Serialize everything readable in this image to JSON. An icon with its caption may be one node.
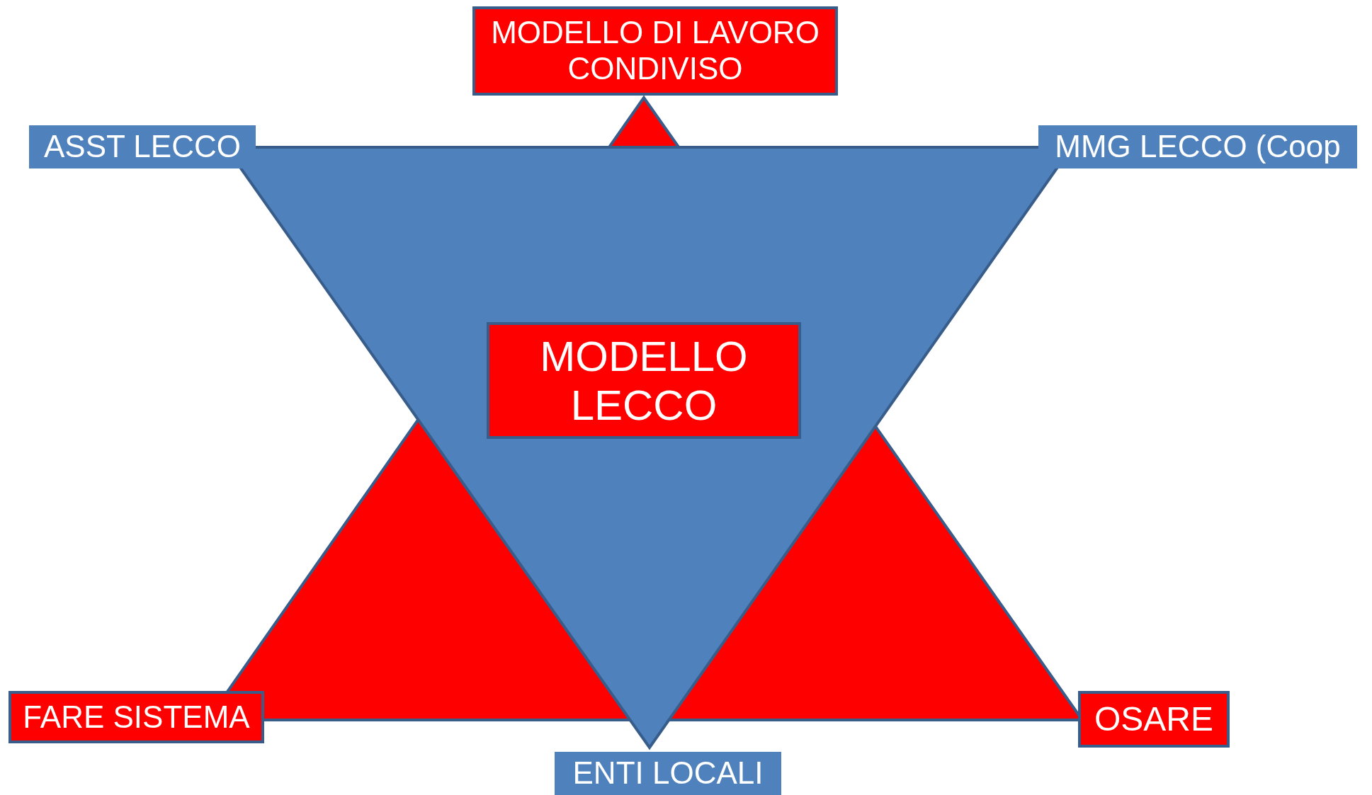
{
  "diagram": {
    "nodes": [
      {
        "text": [
          "MODELLO DI LAVORO CONDIVISO"
        ]
      },
      {
        "text": [
          "ASST LECCO"
        ]
      },
      {
        "text": [
          "MMG LECCO (Coop"
        ]
      },
      {
        "text": [
          "MODELLO LECCO"
        ]
      },
      {
        "text": [
          "FARE SISTEMA"
        ]
      },
      {
        "text": [
          "OSARE"
        ]
      },
      {
        "text": [
          "ENTI LOCALI"
        ]
      }
    ]
  }
}
